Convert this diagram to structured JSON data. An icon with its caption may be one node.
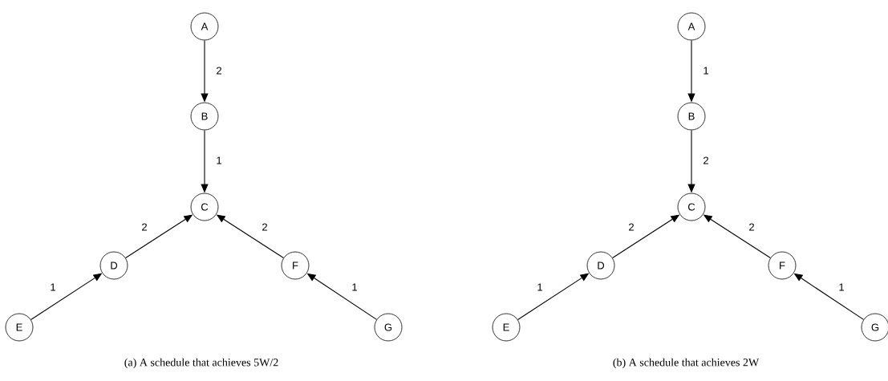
{
  "diagram": {
    "nodes": [
      {
        "text": [
          "A"
        ]
      },
      {
        "text": [
          "B"
        ]
      },
      {
        "text": [
          "C"
        ]
      },
      {
        "text": [
          "D"
        ]
      },
      {
        "text": [
          "E"
        ]
      },
      {
        "text": [
          "F"
        ]
      },
      {
        "text": [
          "G"
        ]
      },
      {
        "text": [
          "A"
        ]
      },
      {
        "text": [
          "B"
        ]
      },
      {
        "text": [
          "C"
        ]
      },
      {
        "text": [
          "D"
        ]
      },
      {
        "text": [
          "E"
        ]
      },
      {
        "text": [
          "F"
        ]
      },
      {
        "text": [
          "G"
        ]
      }
    ],
    "edges": [
      {
        "from": 0,
        "to": 1,
        "arrow": "to",
        "label": "2"
      },
      {
        "from": 1,
        "to": 2,
        "arrow": "to",
        "label": "1"
      },
      {
        "from": 3,
        "to": 2,
        "arrow": "to",
        "label": "2"
      },
      {
        "from": 4,
        "to": 3,
        "arrow": "to",
        "label": "1"
      },
      {
        "from": 5,
        "to": 2,
        "arrow": "to",
        "label": "2"
      },
      {
        "from": 6,
        "to": 5,
        "arrow": "to",
        "label": "1"
      },
      {
        "from": 7,
        "to": 8,
        "arrow": "to",
        "label": "1"
      },
      {
        "from": 8,
        "to": 9,
        "arrow": "to",
        "label": "2"
      },
      {
        "from": 10,
        "to": 9,
        "arrow": "to",
        "label": "2"
      },
      {
        "from": 11,
        "to": 10,
        "arrow": "to",
        "label": "1"
      },
      {
        "from": 12,
        "to": 9,
        "arrow": "to",
        "label": "2"
      },
      {
        "from": 13,
        "to": 12,
        "arrow": "to",
        "label": "1"
      }
    ],
    "labels": [
      "(a) A schedule that achieves 5W/2",
      "(b) A schedule that achieves 2W"
    ]
  }
}
